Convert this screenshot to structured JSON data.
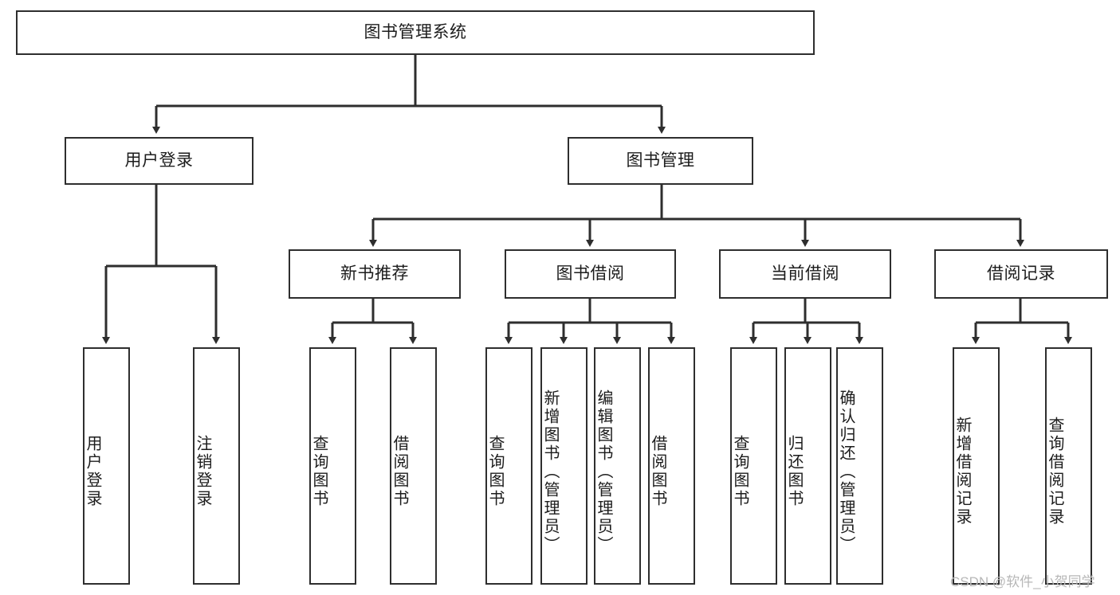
{
  "diagram": {
    "title": "图书管理系统",
    "type": "hierarchy-tree",
    "orientation": "top-down",
    "colors": {
      "box_border": "#2e2e2e",
      "box_fill": "#ffffff",
      "connector": "#2e2e2e",
      "text": "#1c1c1c",
      "watermark": "#b7b7b7",
      "background": "#ffffff"
    },
    "root": {
      "label": "图书管理系统"
    },
    "level2": [
      {
        "label": "用户登录"
      },
      {
        "label": "图书管理"
      }
    ],
    "level3": [
      {
        "label": "新书推荐"
      },
      {
        "label": "图书借阅"
      },
      {
        "label": "当前借阅"
      },
      {
        "label": "借阅记录"
      }
    ],
    "leaves": {
      "user_login": [
        {
          "label": "用户登录"
        },
        {
          "label": "注销登录"
        }
      ],
      "new_book_recommend": [
        {
          "label": "查询图书"
        },
        {
          "label": "借阅图书"
        }
      ],
      "book_borrow": [
        {
          "label": "查询图书"
        },
        {
          "label": "新增图书（管理员）"
        },
        {
          "label": "编辑图书（管理员）"
        },
        {
          "label": "借阅图书"
        }
      ],
      "current_borrow": [
        {
          "label": "查询图书"
        },
        {
          "label": "归还图书"
        },
        {
          "label": "确认归还（管理员）"
        }
      ],
      "borrow_record": [
        {
          "label": "新增借阅记录"
        },
        {
          "label": "查询借阅记录"
        }
      ]
    },
    "watermark": "CSDN @软件_小贺同学"
  }
}
